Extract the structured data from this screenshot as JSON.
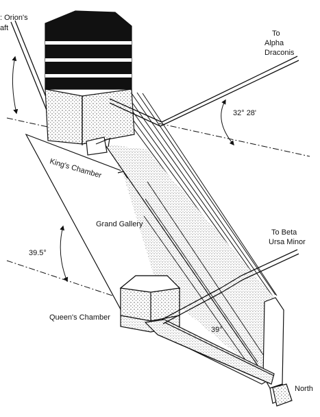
{
  "labels": {
    "orion_line1": ": Orion's",
    "orion_line2": "aft",
    "alpha_line1": "To",
    "alpha_line2": "Alpha",
    "alpha_line3": "Draconis",
    "angle_alpha": "32° 28'",
    "kings_chamber": "King's Chamber",
    "grand_gallery": "Grand Gallery",
    "beta_line1": "To Beta",
    "beta_line2": "Ursa Minor",
    "angle_orion": "39.5°",
    "queens_chamber": "Queen's Chamber",
    "angle_beta": "39°",
    "north": "North"
  },
  "colors": {
    "ink": "#111111",
    "stipple": "#6e6e6e",
    "paper": "#ffffff"
  }
}
